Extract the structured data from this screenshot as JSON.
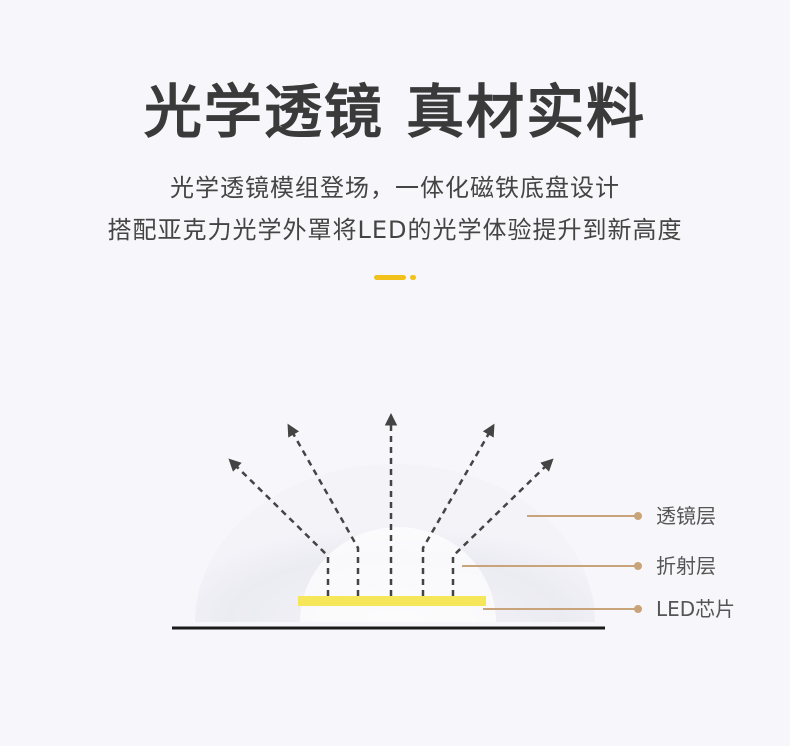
{
  "header": {
    "title": "光学透镜 真材实料",
    "subtitle_line1": "光学透镜模组登场，一体化磁铁底盘设计",
    "subtitle_line2": "搭配亚克力光学外罩将LED的光学体验提升到新高度"
  },
  "diagram": {
    "labels": {
      "lens_layer": "透镜层",
      "refraction_layer": "折射层",
      "led_chip": "LED芯片"
    },
    "colors": {
      "accent": "#f2c21b",
      "led_chip": "#f5e65a",
      "callout": "#c9a37a",
      "arrow": "#444444",
      "base_line": "#1a1a1a"
    }
  }
}
